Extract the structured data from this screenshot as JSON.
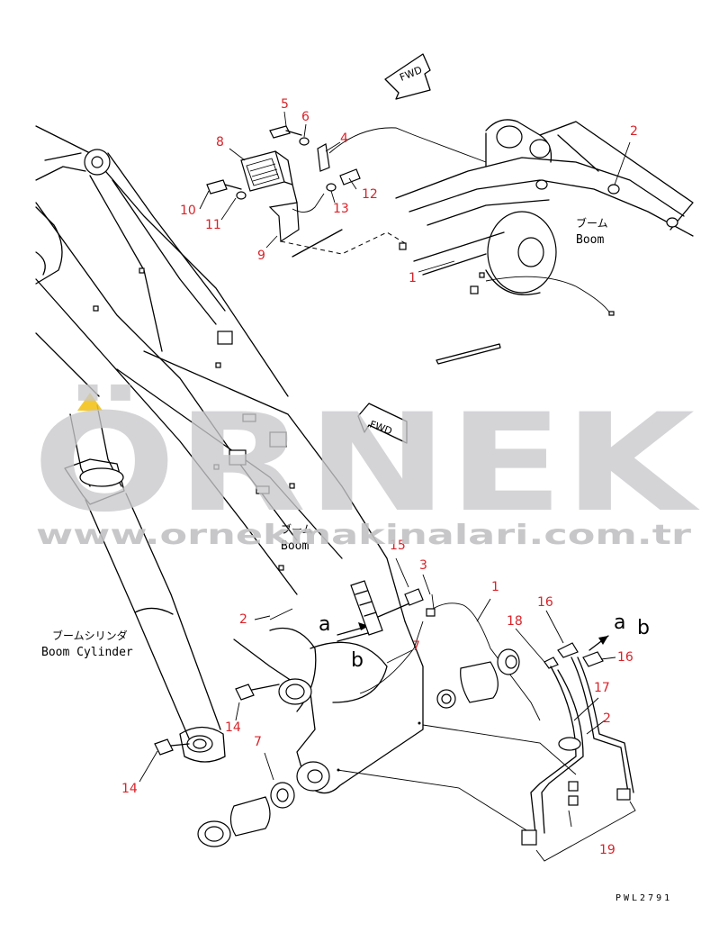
{
  "labels": {
    "fwd_top": "FWD",
    "fwd_mid": "FWD",
    "boom_jp_top": "ブーム",
    "boom_en_top": "Boom",
    "boom_jp_mid": "ブーム",
    "boom_en_mid": "Boom",
    "cyl_jp": "ブームシリンダ",
    "cyl_en": "Boom Cylinder",
    "arrow_a": "a",
    "arrow_b": "b",
    "arrow_a2": "a",
    "arrow_b2": "b",
    "drawing_code": "PWL2791"
  },
  "callouts": {
    "c1_top": "1",
    "c2_top": "2",
    "c4": "4",
    "c5": "5",
    "c6": "6",
    "c8": "8",
    "c9": "9",
    "c10": "10",
    "c11": "11",
    "c12": "12",
    "c13": "13",
    "c15": "15",
    "c3": "3",
    "c1_mid": "1",
    "c2_mid": "2",
    "c7_mid": "7",
    "c18": "18",
    "c16_a": "16",
    "c16_b": "16",
    "c17": "17",
    "c2_low": "2",
    "c14_a": "14",
    "c14_b": "14",
    "c7_low": "7",
    "c19": "19"
  },
  "watermark": {
    "brand": "ÖRNEK",
    "url": "www.ornekmakinalari.com.tr",
    "accent_color": "#f2c21b"
  },
  "colors": {
    "callout": "#d9232a",
    "line": "#000000",
    "watermark": "#c9c9cc"
  }
}
